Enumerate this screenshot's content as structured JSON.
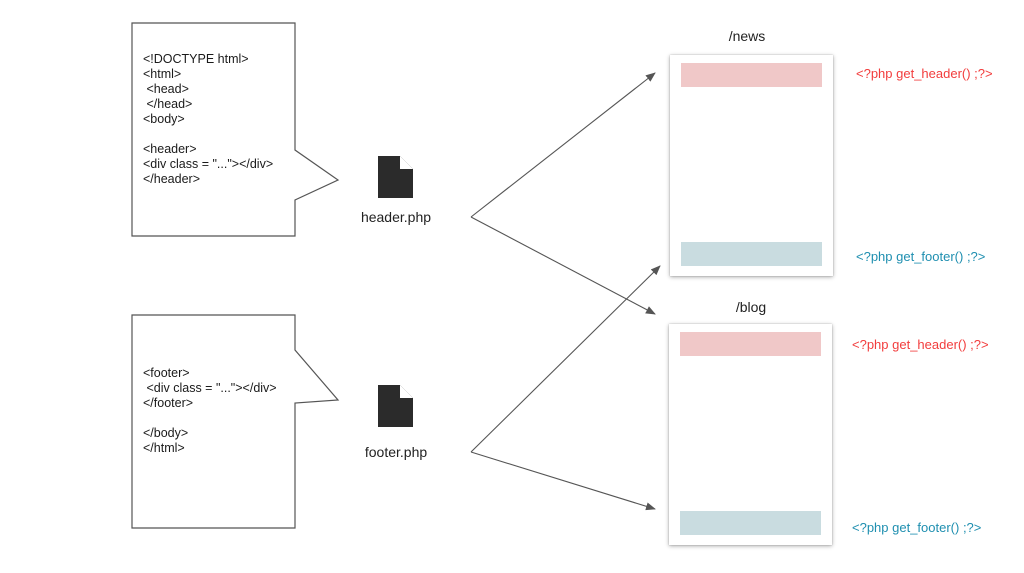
{
  "header_snippet": {
    "lines": [
      "<!DOCTYPE html>",
      "<html>",
      " <head>",
      " </head>",
      "<body>",
      "",
      "<header>",
      "<div class = \"...\"></div>",
      "</header>"
    ]
  },
  "footer_snippet": {
    "lines": [
      "<footer>",
      " <div class = \"...\"></div>",
      "</footer>",
      "",
      "</body>",
      "</html>"
    ]
  },
  "files": {
    "header": {
      "label": "header.php",
      "icon": "file-icon"
    },
    "footer": {
      "label": "footer.php",
      "icon": "file-icon"
    }
  },
  "pages": {
    "news": {
      "label": "/news",
      "header_call": "<?php get_header() ;?>",
      "footer_call": "<?php get_footer() ;?>"
    },
    "blog": {
      "label": "/blog",
      "header_call": "<?php get_header() ;?>",
      "footer_call": "<?php get_footer() ;?>"
    }
  },
  "colors": {
    "header_accent": "#f23d3d",
    "footer_accent": "#1f8fb0",
    "header_slot": "#f0c8c8",
    "footer_slot": "#c9dce0"
  }
}
